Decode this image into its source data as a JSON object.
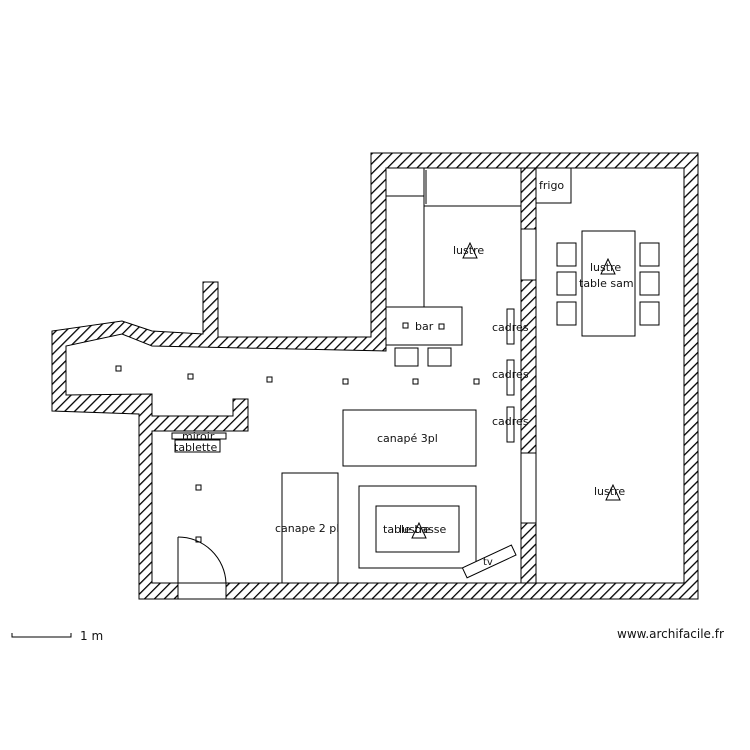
{
  "labels": {
    "lustre_top": "lustre",
    "frigo": "frigo",
    "lustre_dining": "lustre",
    "table_sam": "table sam",
    "bar": "bar",
    "cadres_1": "cadres",
    "cadres_2": "cadres",
    "cadres_3": "cadres",
    "canape_3pl": "canapé 3pl",
    "miroir": "miroir",
    "tablette": "tablette",
    "canape_2pl": "canape 2 pl",
    "table_basse": "table basse",
    "lustre_salon": "lustre",
    "tv": "tv",
    "lustre_right": "lustre"
  },
  "scale": {
    "label": "1 m"
  },
  "footer": {
    "site": "www.archifacile.fr"
  },
  "colors": {
    "line": "#000000",
    "wall_hatch": "#000000",
    "background": "#ffffff"
  }
}
